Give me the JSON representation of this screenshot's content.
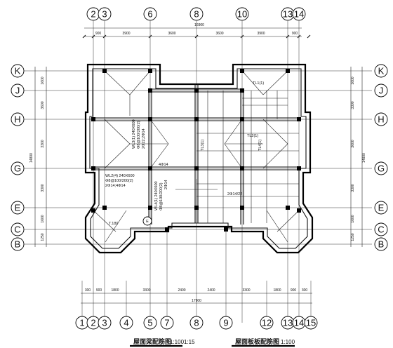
{
  "top_axis_labels": [
    "2",
    "3",
    "6",
    "8",
    "10",
    "13",
    "14"
  ],
  "bottom_axis_labels": [
    "1",
    "2",
    "3",
    "4",
    "5",
    "7",
    "8",
    "9",
    "12",
    "13",
    "14",
    "15"
  ],
  "left_axis_labels": [
    "K",
    "J",
    "H",
    "G",
    "E",
    "C",
    "B"
  ],
  "right_axis_labels": [
    "K",
    "J",
    "H",
    "G",
    "E",
    "C",
    "B"
  ],
  "top_dimensions": [
    "900",
    "3900",
    "3600",
    "3600",
    "3900",
    "900"
  ],
  "top_total": "16900",
  "bottom_dimensions": [
    "300",
    "900",
    "1800",
    "3300",
    "2400",
    "2400",
    "3300",
    "1800",
    "900",
    "300"
  ],
  "bottom_total": "17900",
  "left_dimensions": [
    "1600",
    "3600",
    "3300",
    "3300",
    "1600",
    "1250"
  ],
  "left_total": "14800",
  "right_dimensions": [
    "1600",
    "3300",
    "3600",
    "3300",
    "1600",
    "1250"
  ],
  "right_total": "14800",
  "annotations": {
    "beam_note_1": "WL3(1) 240X600",
    "beam_note_1b": "Φ8@100/200(2)",
    "beam_note_1c": "2Φ22;2Φ14",
    "beam_note_2": "WL2(4) 240X600",
    "beam_note_2b": "Φ8@100/200(2)",
    "beam_note_2c": "2Φ14;4Φ14",
    "beam_note_3": "WL4(1) 240X600",
    "beam_note_3b": "Φ8@100/200(2)",
    "span_1": "4Φ14",
    "span_2": "2Φ14",
    "mark_tiles": "2Φ14/22",
    "beam_code_1": "TL1(1)",
    "beam_code_2": "TL2(1)",
    "beam_code_3": "TL3(1)",
    "beam_code_4": "TL4(1)",
    "left_corner": "T.180",
    "marker_e": "E"
  },
  "titles": {
    "left": "屋面梁配筋图",
    "left_scale": "1:100",
    "left_scale2": "1:15",
    "right": "屋面板板配筋图",
    "right_scale": "1:100"
  }
}
